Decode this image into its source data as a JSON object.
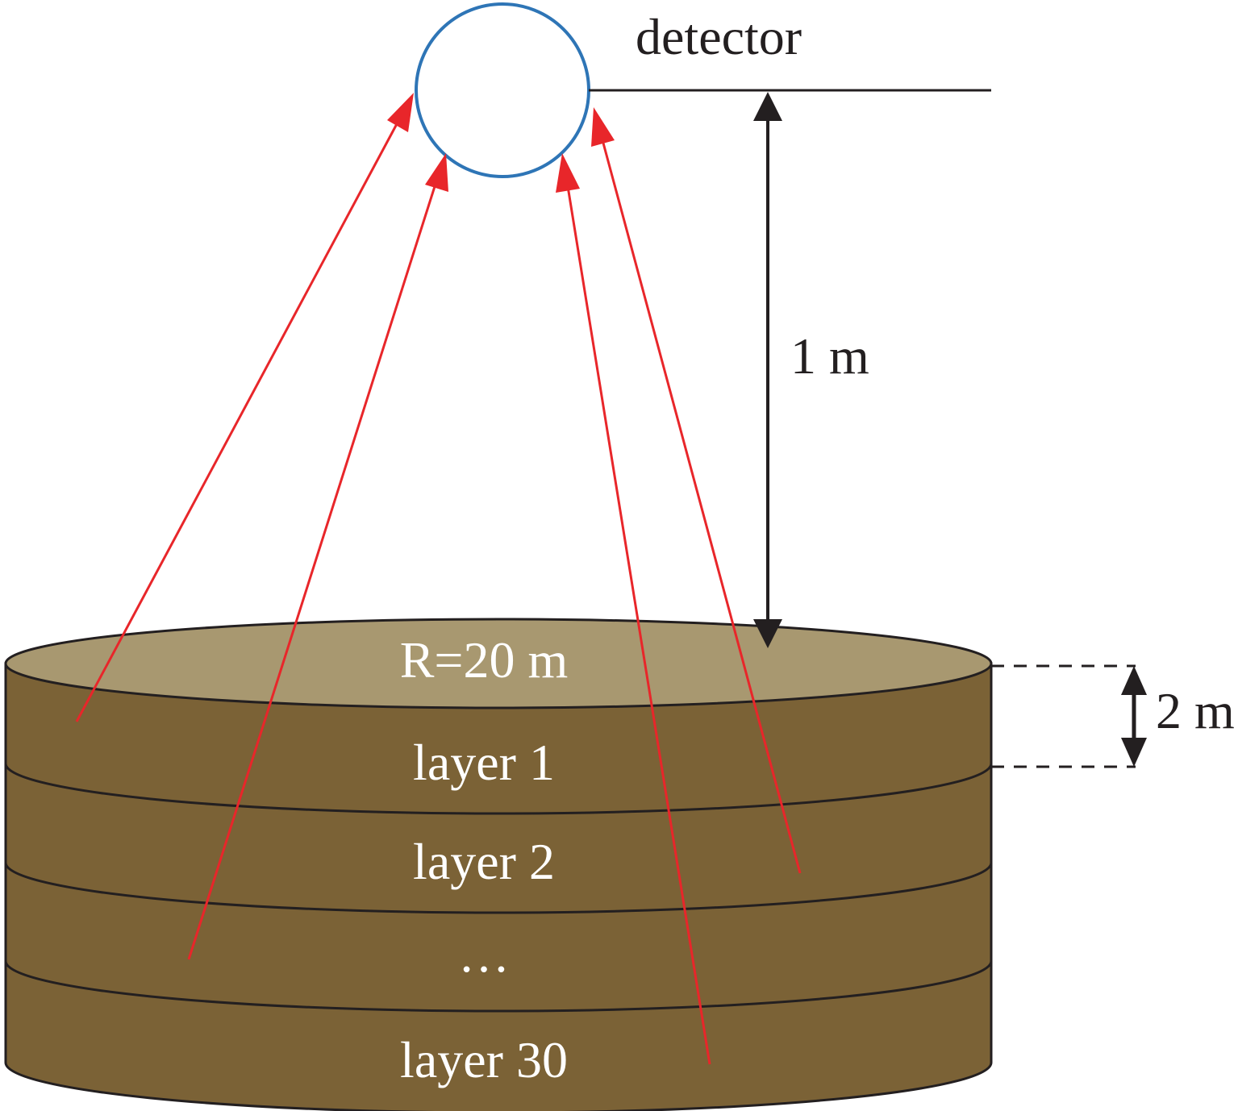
{
  "detector": {
    "label": "detector"
  },
  "dimensions": {
    "height_label": "1 m",
    "layer_thickness_label": "2 m",
    "radius_label": "R=20 m"
  },
  "layers": [
    {
      "label": "layer 1"
    },
    {
      "label": "layer 2"
    },
    {
      "label": "…"
    },
    {
      "label": "layer 30"
    }
  ],
  "colors": {
    "soil_side": "#7b6236",
    "soil_top": "#a89870",
    "ray": "#e8262a",
    "detector_outline": "#2e75b6",
    "outline": "#231f20"
  }
}
